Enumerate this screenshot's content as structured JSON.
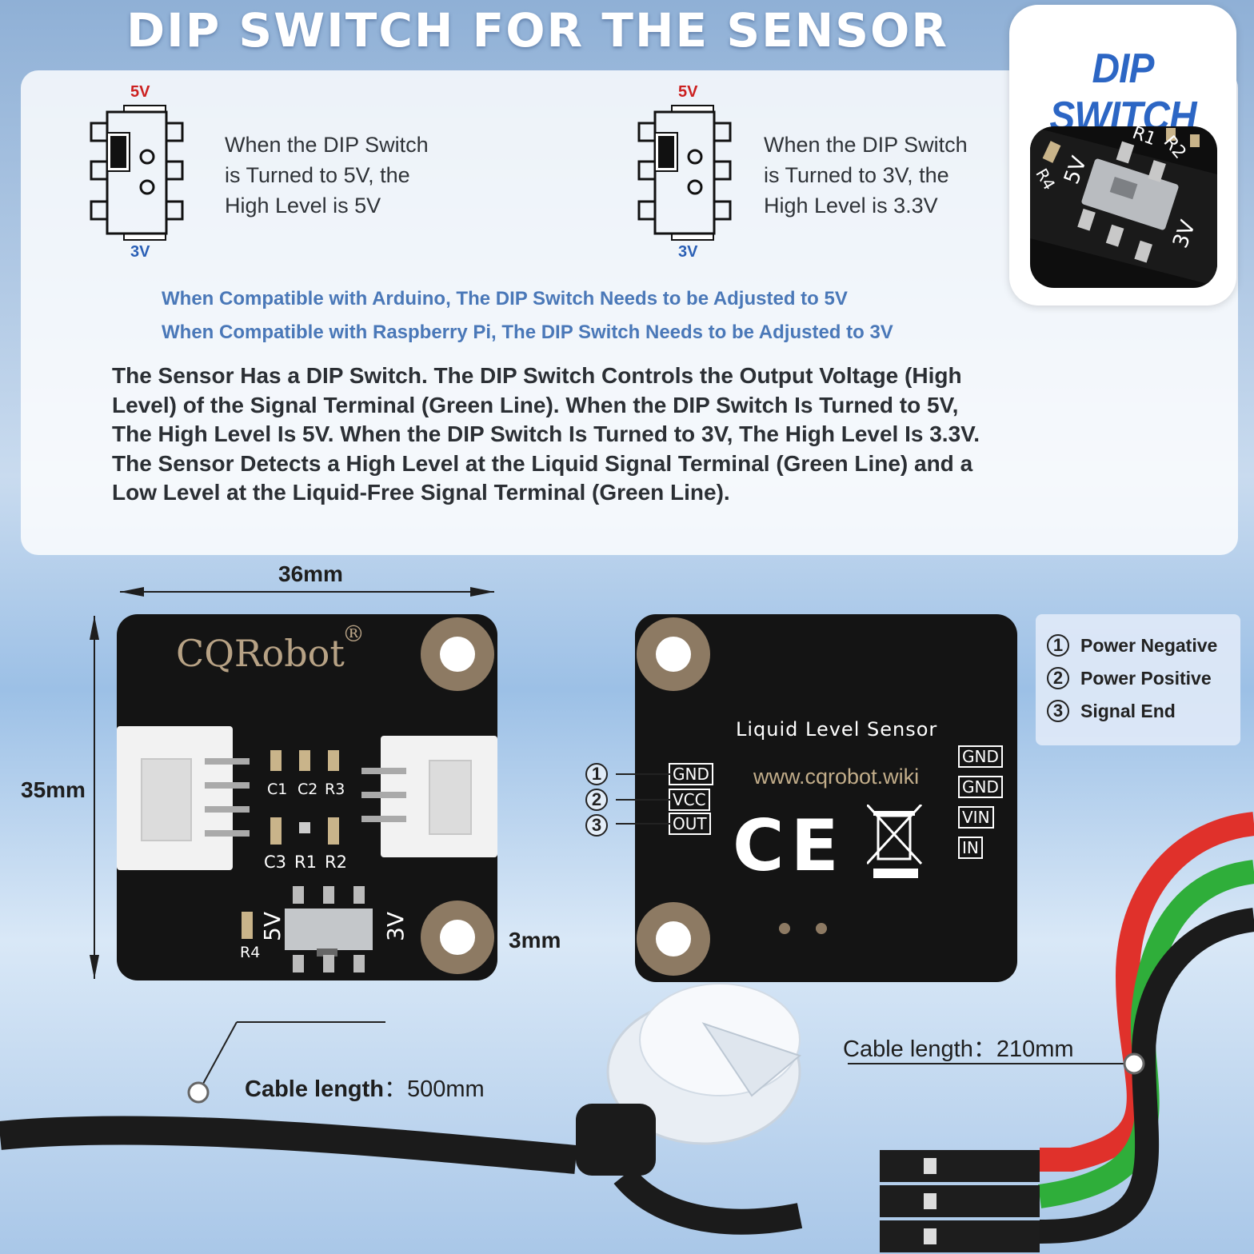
{
  "title": "DIP SWITCH FOR THE SENSOR",
  "dip_box": {
    "title": "DIP SWITCH",
    "labels": [
      "R1",
      "R2",
      "R4",
      "5V",
      "3V"
    ]
  },
  "switch_5v": {
    "top": "5V",
    "bottom": "3V",
    "lines": [
      "When the DIP Switch",
      "is Turned to 5V, the",
      "High Level is 5V"
    ]
  },
  "switch_3v": {
    "top": "5V",
    "bottom": "3V",
    "lines": [
      "When the DIP Switch",
      "is Turned to 3V, the",
      "High Level is 3.3V"
    ]
  },
  "notes": [
    "When Compatible with Arduino, The DIP Switch Needs to be Adjusted to 5V",
    "When Compatible with Raspberry Pi, The DIP Switch Needs to be Adjusted to 3V"
  ],
  "paragraph": [
    "The Sensor Has a DIP Switch. The DIP Switch Controls the Output Voltage (High",
    "Level) of the Signal Terminal (Green Line). When the DIP Switch Is Turned to 5V,",
    "The High Level Is 5V. When the DIP Switch Is Turned to 3V, The High Level Is 3.3V.",
    "The Sensor Detects a High Level at the Liquid Signal Terminal (Green Line) and a",
    "Low Level at the Liquid-Free Signal Terminal (Green Line)."
  ],
  "dimensions": {
    "width": "36mm",
    "height": "35mm",
    "hole": "3mm"
  },
  "front_pcb": {
    "brand": "CQRobot",
    "reg": "®",
    "components_top": [
      "C1",
      "C2",
      "R3"
    ],
    "components_bottom": [
      "C3",
      "R1",
      "R2"
    ],
    "switch_labels": {
      "left": "5V",
      "right": "3V",
      "r4": "R4"
    }
  },
  "back_pcb": {
    "name": "Liquid Level Sensor",
    "url": "www.cqrobot.wiki",
    "ce": "CE",
    "left_pins": [
      "GND",
      "VCC",
      "OUT"
    ],
    "left_pin_numbers": [
      "1",
      "2",
      "3"
    ],
    "right_pins": [
      "GND",
      "GND",
      "VIN",
      "IN"
    ]
  },
  "legend": [
    {
      "num": "1",
      "text": "Power Negative"
    },
    {
      "num": "2",
      "text": "Power Positive"
    },
    {
      "num": "3",
      "text": "Signal End"
    }
  ],
  "cables": {
    "short": "Cable length：210mm",
    "long_label": "Cable length",
    "long_value": "：500mm"
  },
  "colors": {
    "accent_blue": "#2c66c4",
    "note_blue": "#4a78b8",
    "label_red": "#cc2020",
    "label_blue": "#2a5fb5",
    "wire_red": "#e0312b",
    "wire_green": "#2fae3a",
    "wire_black": "#1b1b1b"
  }
}
